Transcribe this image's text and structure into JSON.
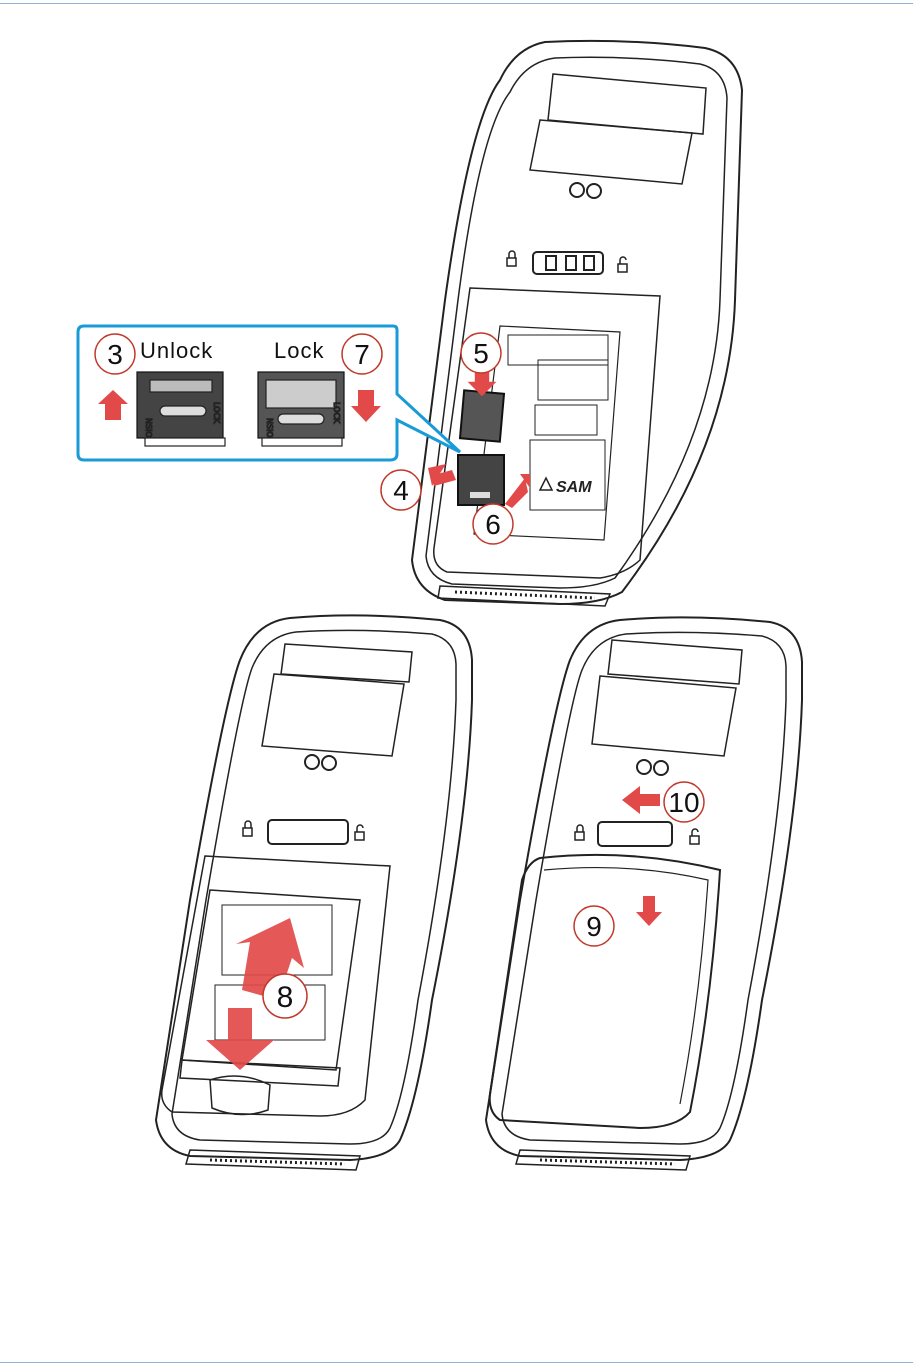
{
  "colors": {
    "rule": "#8fb4d8",
    "inset_border": "#1a9bd7",
    "arrow": "#e24a4a",
    "outline": "#222222"
  },
  "inset": {
    "unlock_step": "3",
    "unlock_label": "Unlock",
    "lock_label": "Lock",
    "lock_step": "7",
    "slot_marks": [
      "NSIO",
      "LOCK"
    ]
  },
  "steps": {
    "s4": "4",
    "s5": "5",
    "s6": "6",
    "s8": "8",
    "s9": "9",
    "s10": "10"
  },
  "device_labels": {
    "sam": "SAM"
  },
  "icons": [
    "lock-icon",
    "unlock-icon",
    "arrow-up-icon",
    "arrow-down-icon",
    "arrow-left-icon"
  ]
}
